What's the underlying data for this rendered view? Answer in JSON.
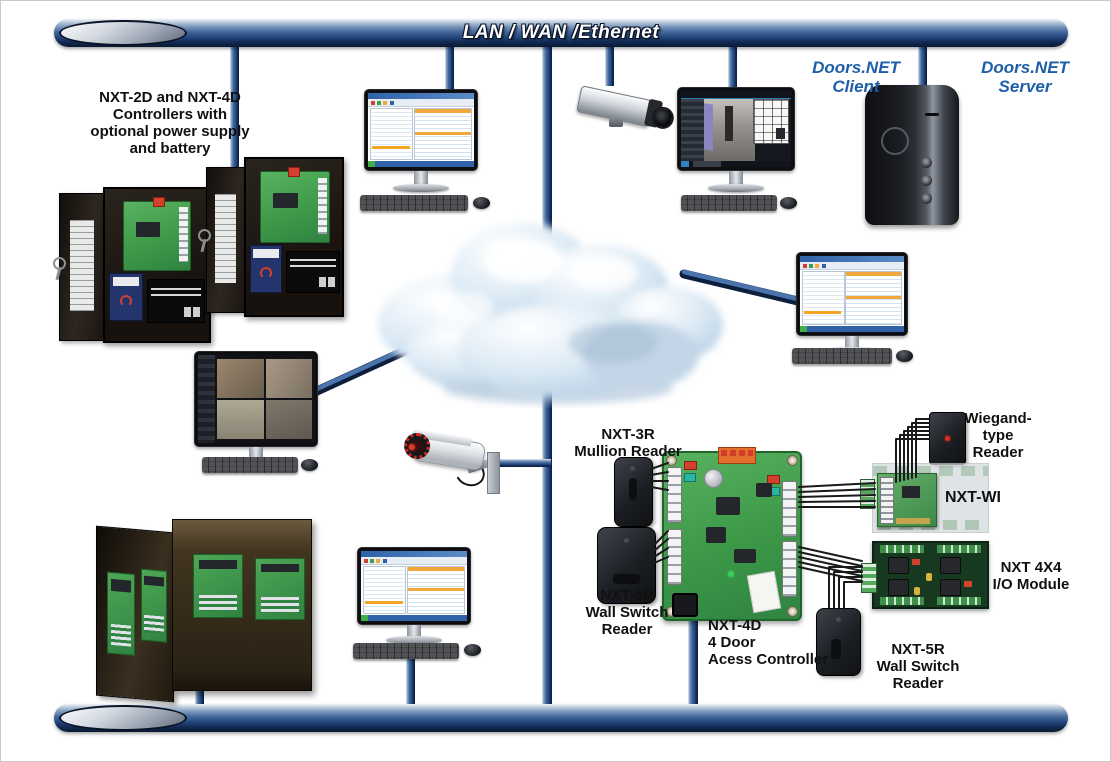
{
  "bus": {
    "top_label": "LAN / WAN /Ethernet"
  },
  "labels": {
    "controllers": "NXT-2D and NXT-4D\nControllers with\noptional power supply\nand battery",
    "doors_client": "Doors.NET\nClient",
    "doors_server": "Doors.NET\nServer",
    "nxt3r": "NXT-3R\nMullion Reader",
    "nxt5r_left": "NXT-5R\nWall Switch\nReader",
    "nxt4d": "NXT-4D\n4 Door\nAcess Controller",
    "wiegand": "Wiegand-\ntype\nReader",
    "nxtwi": "NXT-WI",
    "nxt4x4": "NXT 4X4\nI/O Module",
    "nxt5r_right": "NXT-5R\nWall Switch\nReader"
  },
  "colors": {
    "bus_blue_dark": "#0a1830",
    "bus_blue_mid": "#46699c",
    "bus_blue_light": "#c2cfdf",
    "label_black": "#111111",
    "label_blue": "#1e5fa8",
    "pcb_green": "#3f9e4d",
    "io_board_green": "#16391f",
    "cloud_blue": "#b7cfe4",
    "wire_black": "#1a1a1a"
  }
}
